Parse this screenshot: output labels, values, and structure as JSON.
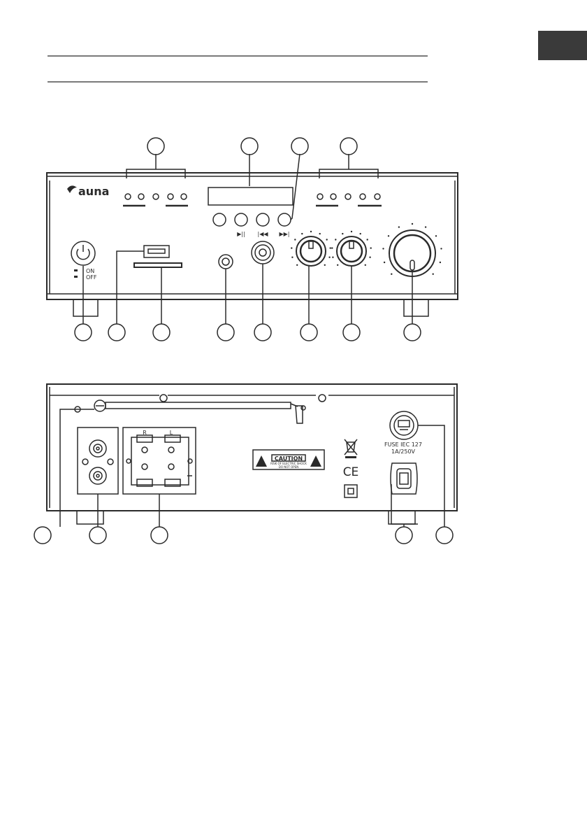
{
  "brand": "auna",
  "front_panel": {
    "power_labels": {
      "on": "ON",
      "off": "OFF"
    },
    "transport_labels": [
      "▶||",
      "|◀◀",
      "▶▶|"
    ]
  },
  "rear_panel": {
    "speaker_labels": {
      "right": "R",
      "left": "L"
    },
    "caution_label": "CAUTION",
    "caution_sub_1": "RISK OF ELECTRIC SHOCK",
    "caution_sub_2": "DO NOT OPEN",
    "ce_mark": "CE",
    "fuse_label_1": "FUSE IEC 127",
    "fuse_label_2": "1A/250V"
  },
  "colors": {
    "line": "#2a2a2a",
    "tab": "#3a3a3a",
    "paper": "#ffffff"
  }
}
